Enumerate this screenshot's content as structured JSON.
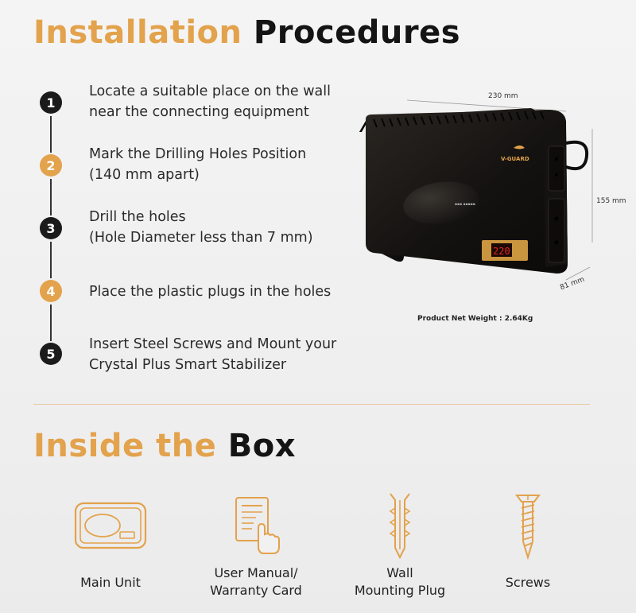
{
  "installation": {
    "title_accent": "Installation",
    "title_dark": "Procedures",
    "steps": [
      {
        "number": "1",
        "line1": "Locate a suitable place on the wall",
        "line2": "near the connecting equipment"
      },
      {
        "number": "2",
        "line1": "Mark the Drilling Holes Position",
        "line2": "(140 mm apart)"
      },
      {
        "number": "3",
        "line1": "Drill the holes",
        "line2": "(Hole Diameter less than 7 mm)"
      },
      {
        "number": "4",
        "line1": "Place the plastic plugs in the holes",
        "line2": ""
      },
      {
        "number": "5",
        "line1": "Insert Steel Screws and Mount your",
        "line2": "Crystal Plus Smart Stabilizer"
      }
    ]
  },
  "product": {
    "width_label": "230 mm",
    "height_label": "155 mm",
    "depth_label": "81 mm",
    "weight_label": "Product Net Weight : 2.64Kg",
    "brand": "V-GUARD",
    "display_value": "220"
  },
  "inside_box": {
    "title_accent": "Inside the",
    "title_dark": "Box",
    "items": [
      {
        "icon": "main-unit-icon",
        "line1": "Main Unit",
        "line2": ""
      },
      {
        "icon": "user-manual-icon",
        "line1": "User Manual/",
        "line2": "Warranty Card"
      },
      {
        "icon": "wall-plug-icon",
        "line1": "Wall",
        "line2": "Mounting Plug"
      },
      {
        "icon": "screw-icon",
        "line1": "Screws",
        "line2": ""
      }
    ]
  },
  "colors": {
    "accent": "#e3a24c",
    "dark": "#141414"
  }
}
